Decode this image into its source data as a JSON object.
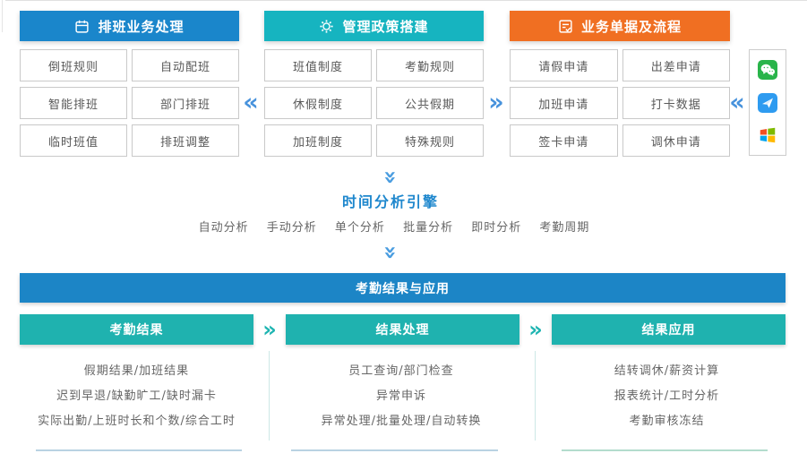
{
  "pillars": [
    {
      "title": "排班业务处理",
      "icon": "calendar-icon",
      "color": "#1a86cb",
      "items": [
        "倒班规则",
        "自动配班",
        "智能排班",
        "部门排班",
        "临时班值",
        "排班调整"
      ]
    },
    {
      "title": "管理政策搭建",
      "icon": "gear-icon",
      "color": "#16b4c0",
      "items": [
        "班值制度",
        "考勤规则",
        "休假制度",
        "公共假期",
        "加班制度",
        "特殊规则"
      ]
    },
    {
      "title": "业务单据及流程",
      "icon": "form-icon",
      "color": "#f06f22",
      "items": [
        "请假申请",
        "出差申请",
        "加班申请",
        "打卡数据",
        "签卡申请",
        "调休申请"
      ]
    }
  ],
  "source_panel": {
    "icons": [
      "wechat-icon",
      "send-app-icon",
      "windows-icon"
    ]
  },
  "engine": {
    "title": "时间分析引擎",
    "modes": [
      "自动分析",
      "手动分析",
      "单个分析",
      "批量分析",
      "即时分析",
      "考勤周期"
    ]
  },
  "results": {
    "banner": "考勤结果与应用",
    "columns": [
      {
        "title": "考勤结果",
        "rows": [
          "假期结果/加班结果",
          "迟到早退/缺勤旷工/缺时漏卡",
          "实际出勤/上班时长和个数/综合工时"
        ]
      },
      {
        "title": "结果处理",
        "rows": [
          "员工查询/部门检查",
          "异常申诉",
          "异常处理/批量处理/自动转换"
        ]
      },
      {
        "title": "结果应用",
        "rows": [
          "结转调休/薪资计算",
          "报表统计/工时分析",
          "考勤审核冻结"
        ]
      }
    ]
  },
  "glyphs": {
    "flow_left": "«",
    "flow_right": "»",
    "flow_down": "»"
  },
  "colors": {
    "pillar_blue": "#1a86cb",
    "pillar_teal": "#16b4c0",
    "pillar_orange": "#f06f22",
    "banner_blue": "#1c85c6",
    "stage_teal": "#1fb2af",
    "chevron_blue": "#4792dc",
    "engine_title_blue": "#1e87cd"
  }
}
